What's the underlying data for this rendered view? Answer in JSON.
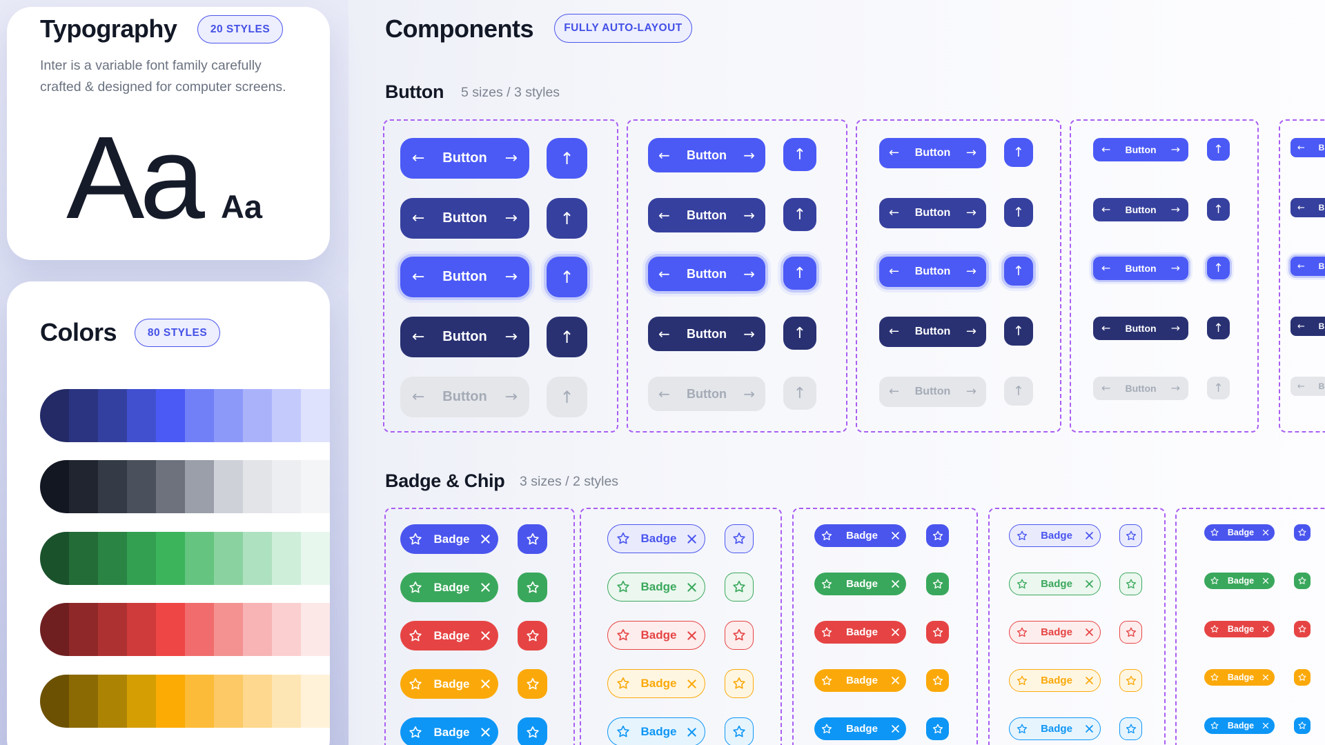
{
  "left_panel": {
    "typography": {
      "title": "Typography",
      "styles_badge": "20 STYLES",
      "description_line1": "Inter is a variable font family carefully",
      "description_line2": "crafted & designed for computer screens.",
      "specimen_large": "Aa",
      "specimen_small": "Aa"
    },
    "colors": {
      "title": "Colors",
      "styles_badge": "80 STYLES",
      "palettes": [
        {
          "name": "blue",
          "shades": [
            "#232a66",
            "#2b3480",
            "#3440a0",
            "#4150cf",
            "#4b5af5",
            "#7280f7",
            "#8d99f9",
            "#aab3fa",
            "#c4cbfc",
            "#dee2fd"
          ]
        },
        {
          "name": "gray",
          "shades": [
            "#131722",
            "#20252f",
            "#343b47",
            "#4a515d",
            "#6d727d",
            "#9a9fa9",
            "#ced1d8",
            "#e2e4e8",
            "#edeef1",
            "#f4f5f7"
          ]
        },
        {
          "name": "green",
          "shades": [
            "#1a522c",
            "#236b37",
            "#2a8443",
            "#32a050",
            "#3cb45c",
            "#65c580",
            "#8ad3a0",
            "#aee1bf",
            "#cfeeda",
            "#e8f7ed"
          ]
        },
        {
          "name": "red",
          "shades": [
            "#701f21",
            "#8f2828",
            "#ae3131",
            "#cf3a3a",
            "#ee4545",
            "#f16d6d",
            "#f49292",
            "#f8b4b4",
            "#fbcfcf",
            "#fde8e8"
          ]
        },
        {
          "name": "orange",
          "shades": [
            "#6d5102",
            "#8c6a03",
            "#ad8304",
            "#d59f04",
            "#fcab05",
            "#fcbb38",
            "#fdc966",
            "#fdd88e",
            "#fee5b4",
            "#fff2d9"
          ]
        }
      ]
    }
  },
  "main_panel": {
    "title": "Components",
    "layout_badge": "FULLY AUTO-LAYOUT",
    "button_section": {
      "heading": "Button",
      "subheading": "5 sizes / 3 styles",
      "button_label": "Button",
      "icons": {
        "left_arrow": "←",
        "right_arrow": "→",
        "up_arrow": "↑"
      },
      "variants": [
        {
          "name": "primary",
          "bg": "#4b5af5",
          "fg": "#ffffff"
        },
        {
          "name": "secondary",
          "bg": "#36409e",
          "fg": "#ffffff"
        },
        {
          "name": "primary-focus",
          "bg": "#4b5af5",
          "fg": "#ffffff",
          "ring": "#c2c9fb"
        },
        {
          "name": "dark",
          "bg": "#293173",
          "fg": "#ffffff"
        },
        {
          "name": "disabled",
          "bg": "#e4e6ea",
          "fg": "#a4abb6"
        }
      ]
    },
    "badge_section": {
      "heading": "Badge & Chip",
      "subheading": "3 sizes / 2 styles",
      "badge_label": "Badge",
      "colors": [
        {
          "name": "indigo",
          "color": "#4a55ee",
          "tint": "#e9ebfd"
        },
        {
          "name": "green",
          "color": "#3aa85c",
          "tint": "#ebf7ef"
        },
        {
          "name": "red",
          "color": "#e64444",
          "tint": "#fdeded"
        },
        {
          "name": "orange",
          "color": "#fba90a",
          "tint": "#fff6e2"
        },
        {
          "name": "sky",
          "color": "#0d96f5",
          "tint": "#e6f4fe"
        }
      ]
    }
  },
  "accent": {
    "primary": "#4b5af5",
    "dashed_outline": "#a95ef2"
  }
}
